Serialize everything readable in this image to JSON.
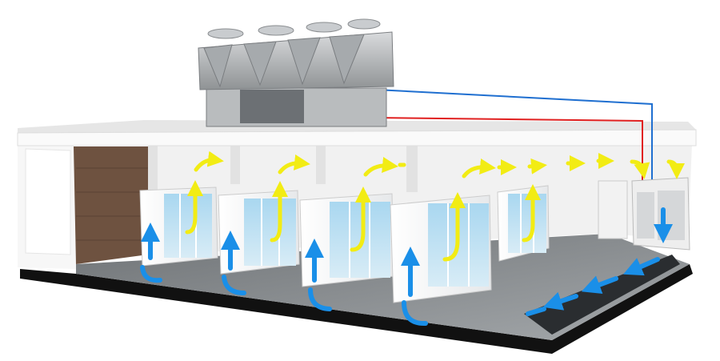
{
  "colors": {
    "supply_air": "#1a8fe8",
    "return_air": "#f2ec14",
    "hot_pipe": "#e02020",
    "cold_pipe": "#1f6fd0",
    "floor": "#8e9296",
    "base": "#111111",
    "wall": "#f4f4f4",
    "wood": "#6e5240"
  },
  "icons": [
    "chiller-unit",
    "server-rack",
    "crac-unit",
    "airflow-arrow"
  ]
}
